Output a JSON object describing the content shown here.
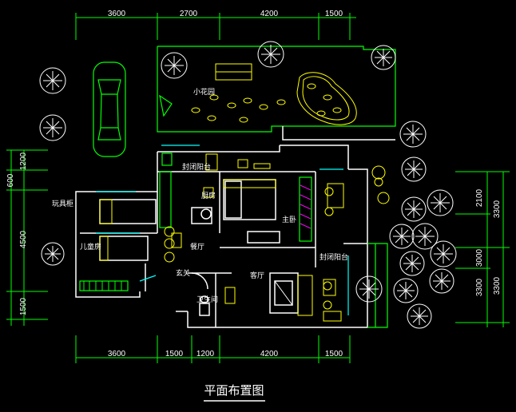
{
  "title": "平面布置图",
  "dimensions": {
    "top": [
      "3600",
      "2700",
      "4200",
      "1500"
    ],
    "bottom": [
      "3600",
      "1500",
      "1200",
      "4200",
      "1500"
    ],
    "left": [
      "1200",
      "600",
      "4500",
      "1500"
    ],
    "right_inner": [
      "2100",
      "3000",
      "3300"
    ],
    "right_outer": [
      "3300",
      "3300"
    ]
  },
  "rooms": {
    "garden": "小花园",
    "enclosed_balcony_top": "封闭阳台",
    "kitchen": "厨房",
    "master_bedroom": "主卧",
    "toy_cabinet": "玩具柜",
    "kids_room": "儿童房",
    "dining": "餐厅",
    "entrance": "玄关",
    "bathroom": "卫生间",
    "living_room": "客厅",
    "enclosed_balcony_right": "封闭阳台"
  },
  "colors": {
    "wall": "#ffffff",
    "fixture": "#00ff00",
    "furniture": "#ffff00",
    "window": "#00ffff",
    "background": "#000000"
  }
}
